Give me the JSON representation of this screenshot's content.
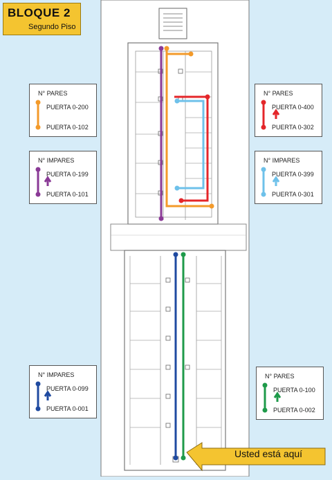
{
  "title": {
    "main": "BLOQUE 2",
    "sub": "Segundo Piso"
  },
  "colors": {
    "background": "#d6ecf8",
    "title_box": "#f4c430",
    "orange": "#f39a2a",
    "purple": "#8a3a96",
    "red": "#e4262a",
    "light_blue": "#6ec1ea",
    "dark_blue": "#1f4aa0",
    "green": "#1e9a4a",
    "you_are_here": "#f4c430"
  },
  "legends": [
    {
      "id": "pares-200",
      "header": "N° PARES",
      "top": "PUERTA 0-200",
      "bottom": "PUERTA 0-102",
      "color": "orange"
    },
    {
      "id": "impares-199",
      "header": "N° IMPARES",
      "top": "PUERTA 0-199",
      "bottom": "PUERTA 0-101",
      "color": "purple"
    },
    {
      "id": "pares-400",
      "header": "N° PARES",
      "top": "PUERTA 0-400",
      "bottom": "PUERTA 0-302",
      "color": "red"
    },
    {
      "id": "impares-399",
      "header": "N° IMPARES",
      "top": "PUERTA 0-399",
      "bottom": "PUERTA 0-301",
      "color": "light_blue"
    },
    {
      "id": "impares-099",
      "header": "N° IMPARES",
      "top": "PUERTA 0-099",
      "bottom": "PUERTA 0-001",
      "color": "dark_blue"
    },
    {
      "id": "pares-100",
      "header": "N° PARES",
      "top": "PUERTA 0-100",
      "bottom": "PUERTA 0-002",
      "color": "green"
    }
  ],
  "you_are_here": "Usted está aquí"
}
